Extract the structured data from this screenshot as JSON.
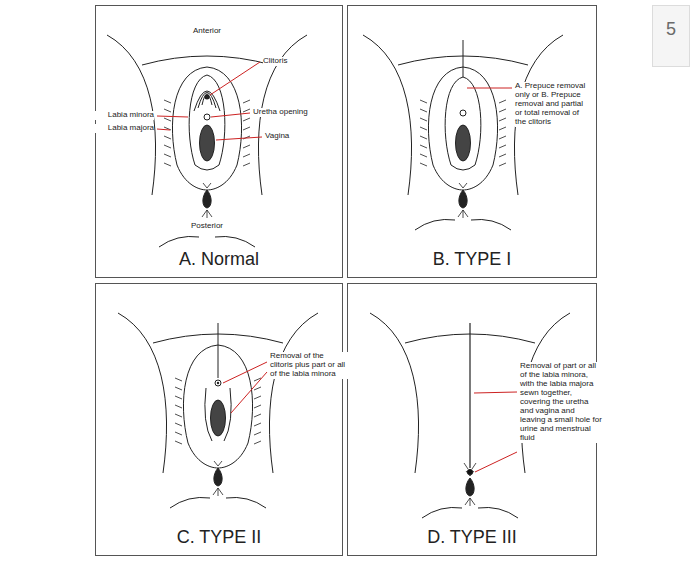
{
  "diagram": {
    "nodes": [
      {
        "text": [
          "A. Normal"
        ]
      },
      {
        "text": [
          "B. TYPE I"
        ]
      },
      {
        "text": [
          "C. TYPE II"
        ]
      },
      {
        "text": [
          "D. TYPE III"
        ]
      },
      {
        "text": [
          "5"
        ]
      }
    ],
    "labels": [
      "Anterior",
      "Clitoris",
      "Labia minora",
      "Uretha opening",
      "Labia majora",
      "Vagina",
      "Posterior",
      "A. Prepuce removal only or B. Prepuce removal and partial or total removal of the clitoris",
      "Removal of the clitoris plus part or all of the labia minora",
      "Removal of part or all of the labia minora, with the labia majora sewn together, covering the uretha and vagina and leaving a small hole for urine and menstrual fluid"
    ]
  }
}
